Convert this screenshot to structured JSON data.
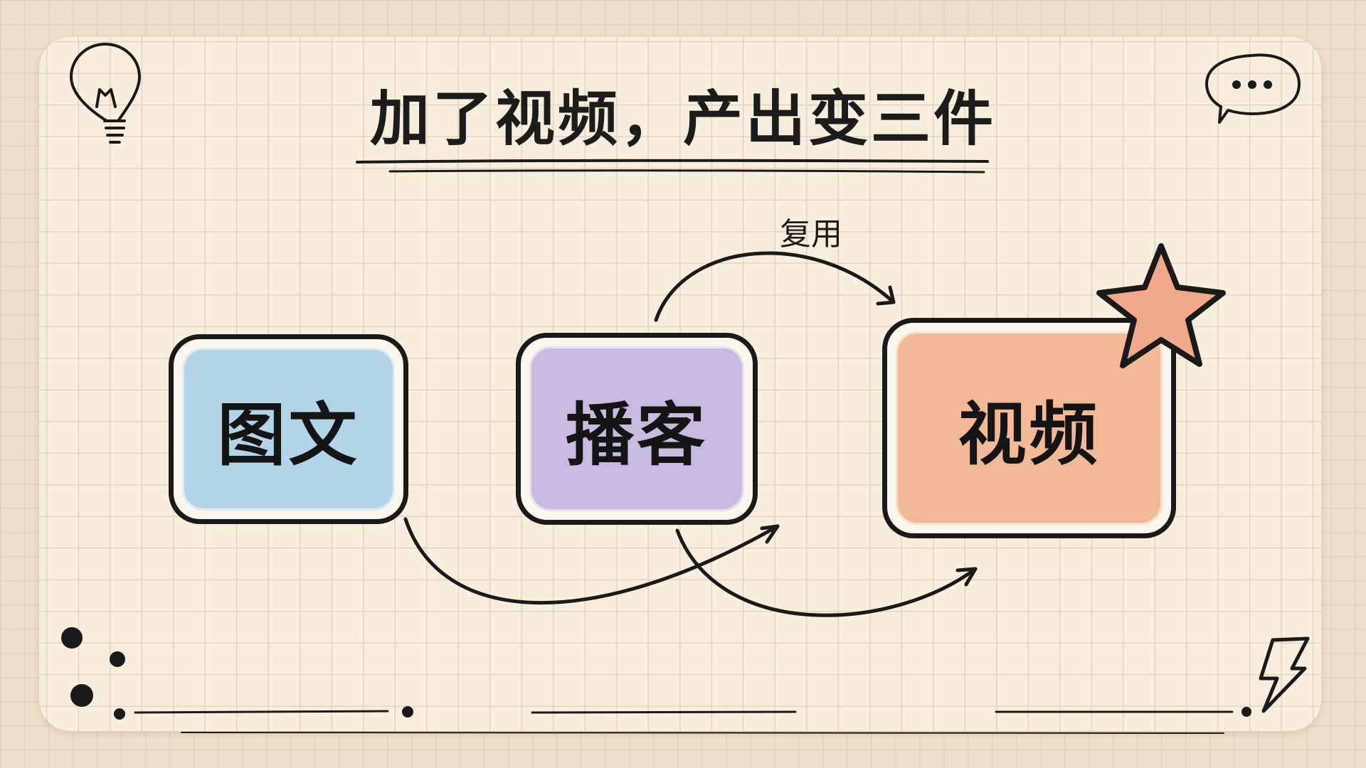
{
  "title": "加了视频，产出变三件",
  "nodes": [
    {
      "label": "图文",
      "color": "#b3d4e7"
    },
    {
      "label": "播客",
      "color": "#c8bbdf"
    },
    {
      "label": "视频",
      "color": "#f3b896"
    }
  ],
  "reuse_label": "复用",
  "colors": {
    "background": "#eedfc8",
    "card": "#f7eedd",
    "ink": "#1a1a1a",
    "star": "#f1a98a"
  },
  "icons": [
    "lightbulb-icon",
    "speech-bubble-icon",
    "star-icon",
    "lightning-icon"
  ]
}
